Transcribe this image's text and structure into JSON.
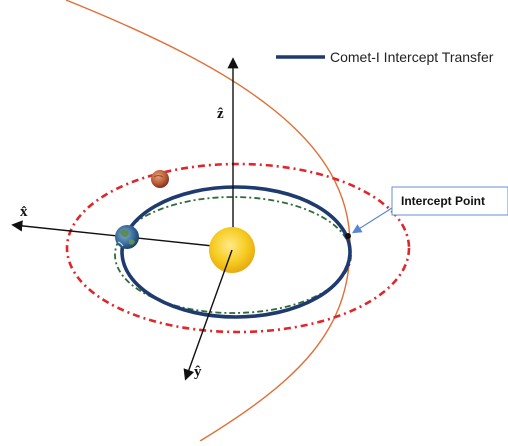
{
  "legend": {
    "label": "Comet-I Intercept Transfer",
    "color": "#1f3a6e"
  },
  "callout": {
    "label": "Intercept Point"
  },
  "axes": {
    "x_label": "x̂",
    "y_label": "ŷ",
    "z_label": "ẑ"
  },
  "colors": {
    "comet_trajectory": "#e07038",
    "mars_orbit": "#e0262b",
    "earth_orbit": "#2e6b3a",
    "transfer_orbit": "#1f3a6e",
    "sun": "#f5c518",
    "callout_border": "#6a8fd0",
    "callout_arrow": "#5a86d0"
  },
  "bodies": {
    "sun": "sun-icon",
    "earth": "earth-icon",
    "mars": "mars-icon"
  }
}
